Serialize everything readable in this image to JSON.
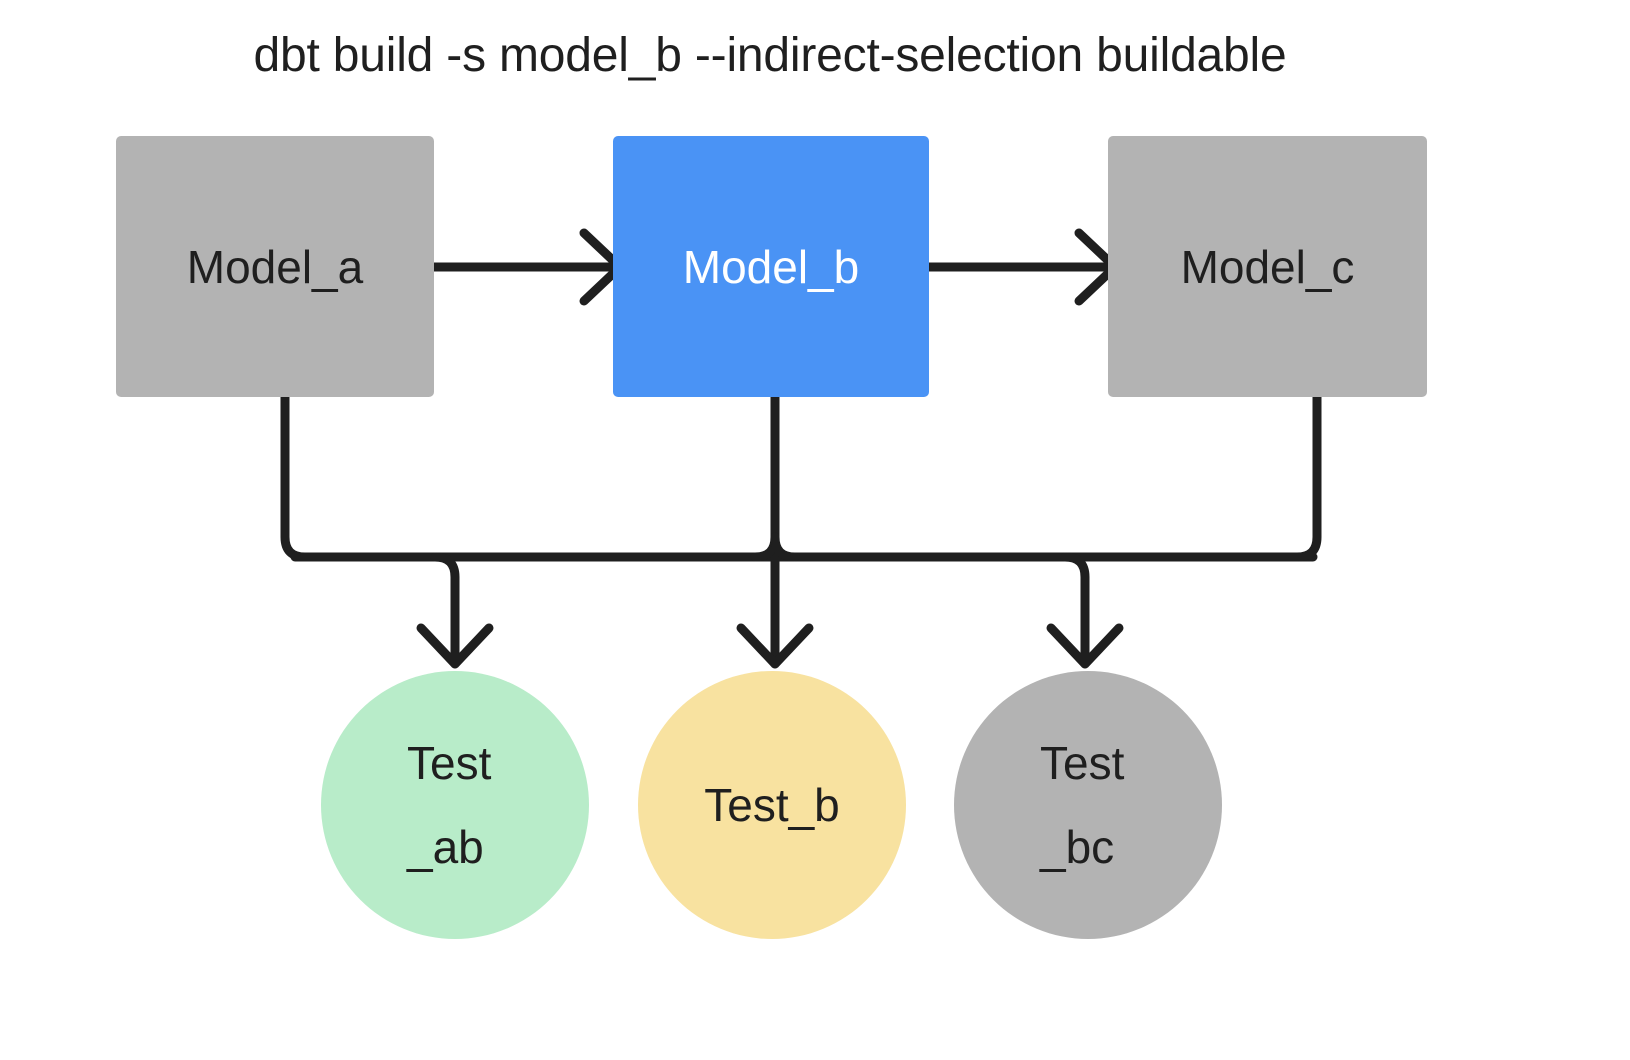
{
  "title": "dbt build -s model_b --indirect-selection buildable",
  "colors": {
    "background": "#ffffff",
    "unselected_gray": "#b3b3b3",
    "selected_blue": "#4a93f5",
    "test_pass_green": "#b8ecc9",
    "test_warn_yellow": "#f8e2a0",
    "test_gray": "#b3b3b3",
    "edge_black": "#1f1f1f",
    "text_dark": "#1f1f1f",
    "text_light": "#ffffff"
  },
  "models": [
    {
      "id": "model_a",
      "label": "Model_a",
      "state": "unselected"
    },
    {
      "id": "model_b",
      "label": "Model_b",
      "state": "selected"
    },
    {
      "id": "model_c",
      "label": "Model_c",
      "state": "unselected"
    }
  ],
  "tests": [
    {
      "id": "test_ab",
      "line1": "Test",
      "line2": "_ab",
      "state": "buildable"
    },
    {
      "id": "test_b",
      "line1": "Test_b",
      "line2": "",
      "state": "selected"
    },
    {
      "id": "test_bc",
      "line1": "Test",
      "line2": "_bc",
      "state": "excluded"
    }
  ],
  "edges": [
    {
      "from": "model_a",
      "to": "model_b",
      "kind": "straight-arrow"
    },
    {
      "from": "model_b",
      "to": "model_c",
      "kind": "straight-arrow"
    },
    {
      "from": "model_a",
      "to": "test_ab",
      "kind": "elbow-arrow"
    },
    {
      "from": "model_b",
      "to": "test_ab",
      "kind": "elbow-arrow"
    },
    {
      "from": "model_b",
      "to": "test_b",
      "kind": "straight-arrow"
    },
    {
      "from": "model_b",
      "to": "test_bc",
      "kind": "elbow-arrow"
    },
    {
      "from": "model_c",
      "to": "test_bc",
      "kind": "elbow-arrow"
    }
  ]
}
